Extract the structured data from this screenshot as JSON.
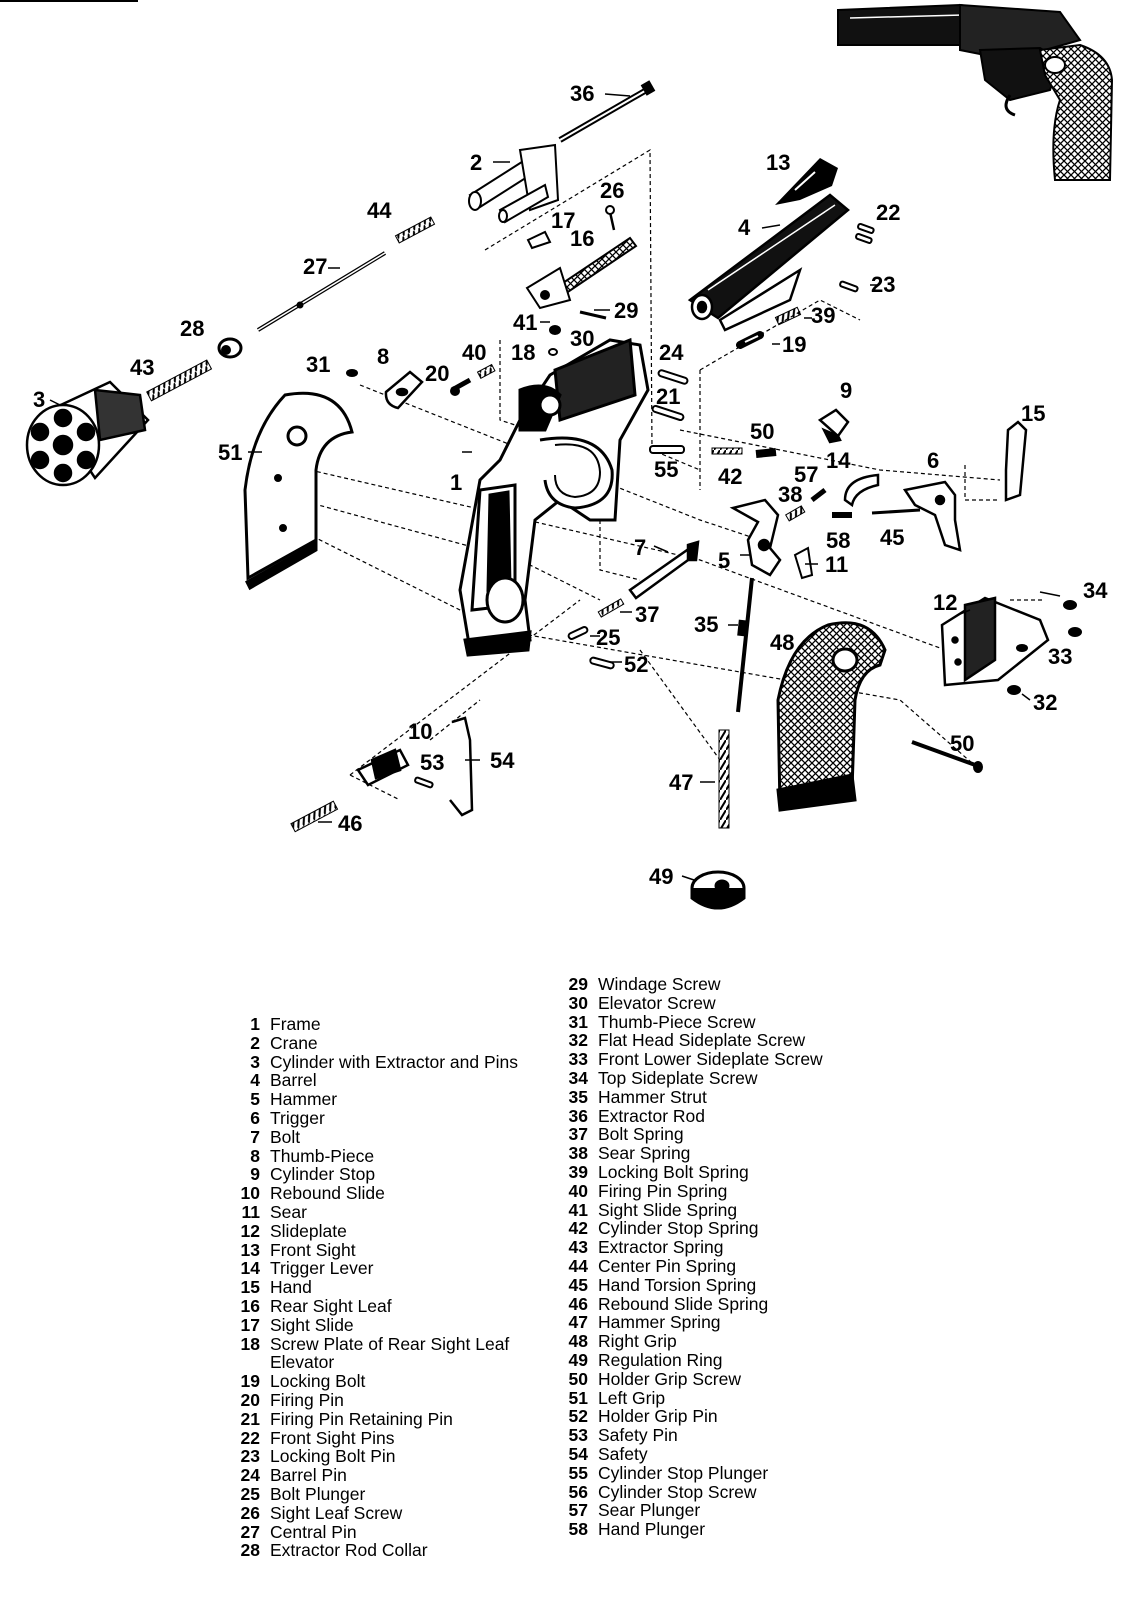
{
  "callouts": [
    {
      "n": "36"
    },
    {
      "n": "2"
    },
    {
      "n": "26"
    },
    {
      "n": "13"
    },
    {
      "n": "44"
    },
    {
      "n": "17"
    },
    {
      "n": "16"
    },
    {
      "n": "4"
    },
    {
      "n": "22"
    },
    {
      "n": "27"
    },
    {
      "n": "23"
    },
    {
      "n": "29"
    },
    {
      "n": "41"
    },
    {
      "n": "30"
    },
    {
      "n": "39"
    },
    {
      "n": "28"
    },
    {
      "n": "19"
    },
    {
      "n": "40"
    },
    {
      "n": "18"
    },
    {
      "n": "24"
    },
    {
      "n": "8"
    },
    {
      "n": "31"
    },
    {
      "n": "20"
    },
    {
      "n": "43"
    },
    {
      "n": "3"
    },
    {
      "n": "9"
    },
    {
      "n": "21"
    },
    {
      "n": "15"
    },
    {
      "n": "51"
    },
    {
      "n": "50"
    },
    {
      "n": "14"
    },
    {
      "n": "6"
    },
    {
      "n": "55"
    },
    {
      "n": "42"
    },
    {
      "n": "57"
    },
    {
      "n": "1"
    },
    {
      "n": "38"
    },
    {
      "n": "45"
    },
    {
      "n": "58"
    },
    {
      "n": "7"
    },
    {
      "n": "5"
    },
    {
      "n": "11"
    },
    {
      "n": "34"
    },
    {
      "n": "12"
    },
    {
      "n": "37"
    },
    {
      "n": "35"
    },
    {
      "n": "25"
    },
    {
      "n": "48"
    },
    {
      "n": "33"
    },
    {
      "n": "52"
    },
    {
      "n": "32"
    },
    {
      "n": "10"
    },
    {
      "n": "54"
    },
    {
      "n": "53"
    },
    {
      "n": "50"
    },
    {
      "n": "47"
    },
    {
      "n": "46"
    },
    {
      "n": "49"
    }
  ],
  "legend_left": [
    {
      "n": "1",
      "name": "Frame"
    },
    {
      "n": "2",
      "name": "Crane"
    },
    {
      "n": "3",
      "name": "Cylinder with Extractor and Pins"
    },
    {
      "n": "4",
      "name": "Barrel"
    },
    {
      "n": "5",
      "name": "Hammer"
    },
    {
      "n": "6",
      "name": "Trigger"
    },
    {
      "n": "7",
      "name": "Bolt"
    },
    {
      "n": "8",
      "name": "Thumb-Piece"
    },
    {
      "n": "9",
      "name": "Cylinder Stop"
    },
    {
      "n": "10",
      "name": "Rebound Slide"
    },
    {
      "n": "11",
      "name": "Sear"
    },
    {
      "n": "12",
      "name": "Slideplate"
    },
    {
      "n": "13",
      "name": "Front Sight"
    },
    {
      "n": "14",
      "name": "Trigger Lever"
    },
    {
      "n": "15",
      "name": "Hand"
    },
    {
      "n": "16",
      "name": "Rear Sight Leaf"
    },
    {
      "n": "17",
      "name": "Sight Slide"
    },
    {
      "n": "18",
      "name": "Screw Plate of Rear Sight Leaf"
    },
    {
      "n": "",
      "name": "Elevator"
    },
    {
      "n": "19",
      "name": "Locking Bolt"
    },
    {
      "n": "20",
      "name": "Firing Pin"
    },
    {
      "n": "21",
      "name": "Firing Pin Retaining Pin"
    },
    {
      "n": "22",
      "name": "Front Sight Pins"
    },
    {
      "n": "23",
      "name": "Locking Bolt Pin"
    },
    {
      "n": "24",
      "name": "Barrel Pin"
    },
    {
      "n": "25",
      "name": "Bolt Plunger"
    },
    {
      "n": "26",
      "name": "Sight Leaf Screw"
    },
    {
      "n": "27",
      "name": "Central Pin"
    },
    {
      "n": "28",
      "name": "Extractor Rod Collar"
    }
  ],
  "legend_right": [
    {
      "n": "29",
      "name": "Windage Screw"
    },
    {
      "n": "30",
      "name": "Elevator Screw"
    },
    {
      "n": "31",
      "name": "Thumb-Piece Screw"
    },
    {
      "n": "32",
      "name": "Flat Head Sideplate Screw"
    },
    {
      "n": "33",
      "name": "Front Lower Sideplate Screw"
    },
    {
      "n": "34",
      "name": "Top Sideplate Screw"
    },
    {
      "n": "35",
      "name": "Hammer Strut"
    },
    {
      "n": "36",
      "name": "Extractor Rod"
    },
    {
      "n": "37",
      "name": "Bolt Spring"
    },
    {
      "n": "38",
      "name": "Sear Spring"
    },
    {
      "n": "39",
      "name": "Locking Bolt Spring"
    },
    {
      "n": "40",
      "name": "Firing Pin Spring"
    },
    {
      "n": "41",
      "name": "Sight Slide Spring"
    },
    {
      "n": "42",
      "name": "Cylinder Stop Spring"
    },
    {
      "n": "43",
      "name": "Extractor Spring"
    },
    {
      "n": "44",
      "name": "Center Pin Spring"
    },
    {
      "n": "45",
      "name": "Hand Torsion Spring"
    },
    {
      "n": "46",
      "name": "Rebound Slide Spring"
    },
    {
      "n": "47",
      "name": "Hammer Spring"
    },
    {
      "n": "48",
      "name": "Right Grip"
    },
    {
      "n": "49",
      "name": "Regulation Ring"
    },
    {
      "n": "50",
      "name": "Holder Grip Screw"
    },
    {
      "n": "51",
      "name": "Left Grip"
    },
    {
      "n": "52",
      "name": "Holder Grip Pin"
    },
    {
      "n": "53",
      "name": "Safety Pin"
    },
    {
      "n": "54",
      "name": "Safety"
    },
    {
      "n": "55",
      "name": "Cylinder Stop Plunger"
    },
    {
      "n": "56",
      "name": "Cylinder Stop Screw"
    },
    {
      "n": "57",
      "name": "Sear Plunger"
    },
    {
      "n": "58",
      "name": "Hand Plunger"
    }
  ]
}
